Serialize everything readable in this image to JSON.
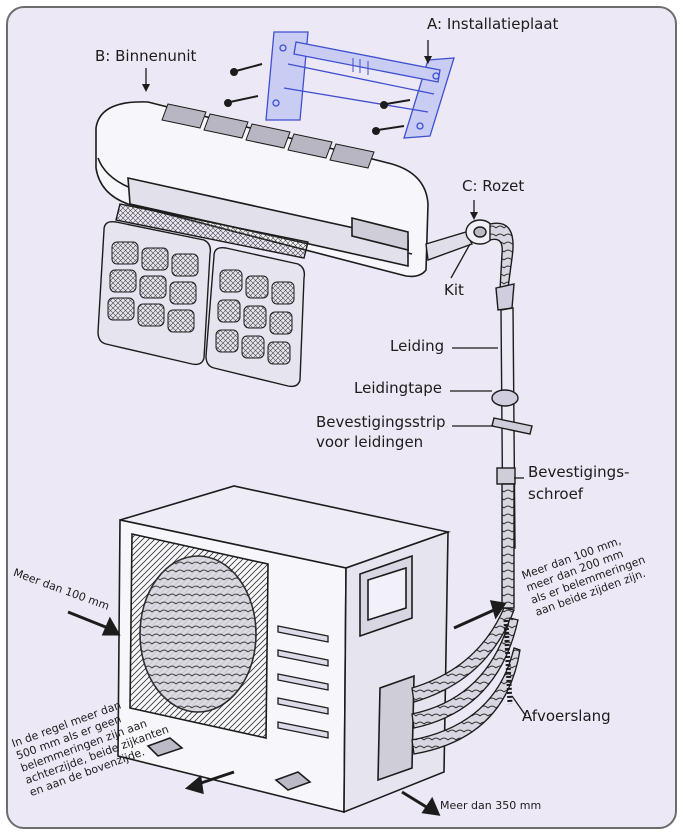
{
  "labels": {
    "install_plate": "A: Installatieplaat",
    "indoor_unit": "B: Binnenunit",
    "rosette": "C: Rozet",
    "sealant": "Kit",
    "pipe": "Leiding",
    "pipe_tape": "Leidingtape",
    "clip_line1": "Bevestigingsstrip",
    "clip_line2": "voor leidingen",
    "screw_line1": "Bevestigings-",
    "screw_line2": "schroef",
    "drain_hose": "Afvoerslang"
  },
  "clearances": {
    "left": "Meer dan 100 mm",
    "right": [
      "Meer dan 100 mm,",
      "meer dan 200 mm",
      "als er belemmeringen",
      "aan beide zijden zijn."
    ],
    "rear": [
      "In de regel meer dan",
      "500 mm als er geen",
      "belemmeringen zijn aan",
      "achterzijde, beide zijkanten",
      "en aan de bovenzijde."
    ],
    "front": "Meer dan 350 mm"
  },
  "colors": {
    "background": "#ece8f5",
    "line": "#1c1c1c",
    "plate_blue": "#3f4fd0",
    "unit_fill": "#f7f7fb"
  }
}
